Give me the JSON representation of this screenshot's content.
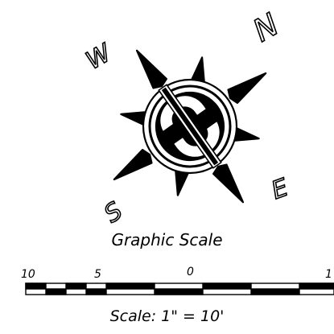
{
  "compass": {
    "north": "N",
    "east": "E",
    "south": "S",
    "west": "W"
  },
  "scale_bar": {
    "title": "Graphic Scale",
    "ticks": [
      "10",
      "5",
      "0",
      "1"
    ],
    "footer": "Scale: 1\" = 10'"
  },
  "colors": {
    "ink": "#000000",
    "paper": "#ffffff"
  }
}
